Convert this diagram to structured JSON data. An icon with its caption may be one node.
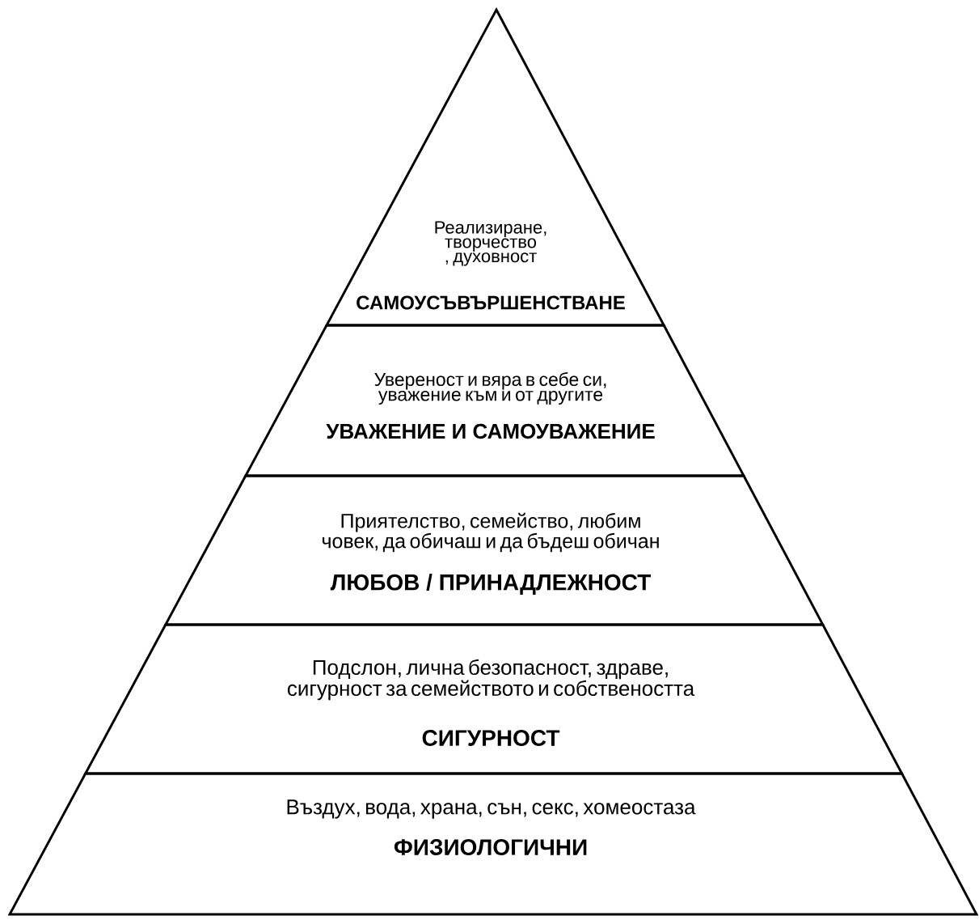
{
  "diagram": {
    "nodes": [
      {
        "text": [
          "Реализиране, творчество , духовност",
          "САМОУСЪВЪРШЕНСТВАНЕ"
        ]
      },
      {
        "text": [
          "Увереност и вяра в себе си, уважение към и от другите",
          "УВАЖЕНИЕ И САМОУВАЖЕНИЕ"
        ]
      },
      {
        "text": [
          "Приятелство, семейство, любим човек, да обичаш и да бъдеш обичан",
          "ЛЮБОВ / ПРИНАДЛЕЖНОСТ"
        ]
      },
      {
        "text": [
          "Подслон, лична безопасност, здраве, сигурност за семейството и собствеността",
          "СИГУРНОСТ"
        ]
      },
      {
        "text": [
          "Въздух, вода, храна, сън, секс, хомеостаза",
          "ФИЗИОЛОГИЧНИ"
        ]
      }
    ]
  }
}
